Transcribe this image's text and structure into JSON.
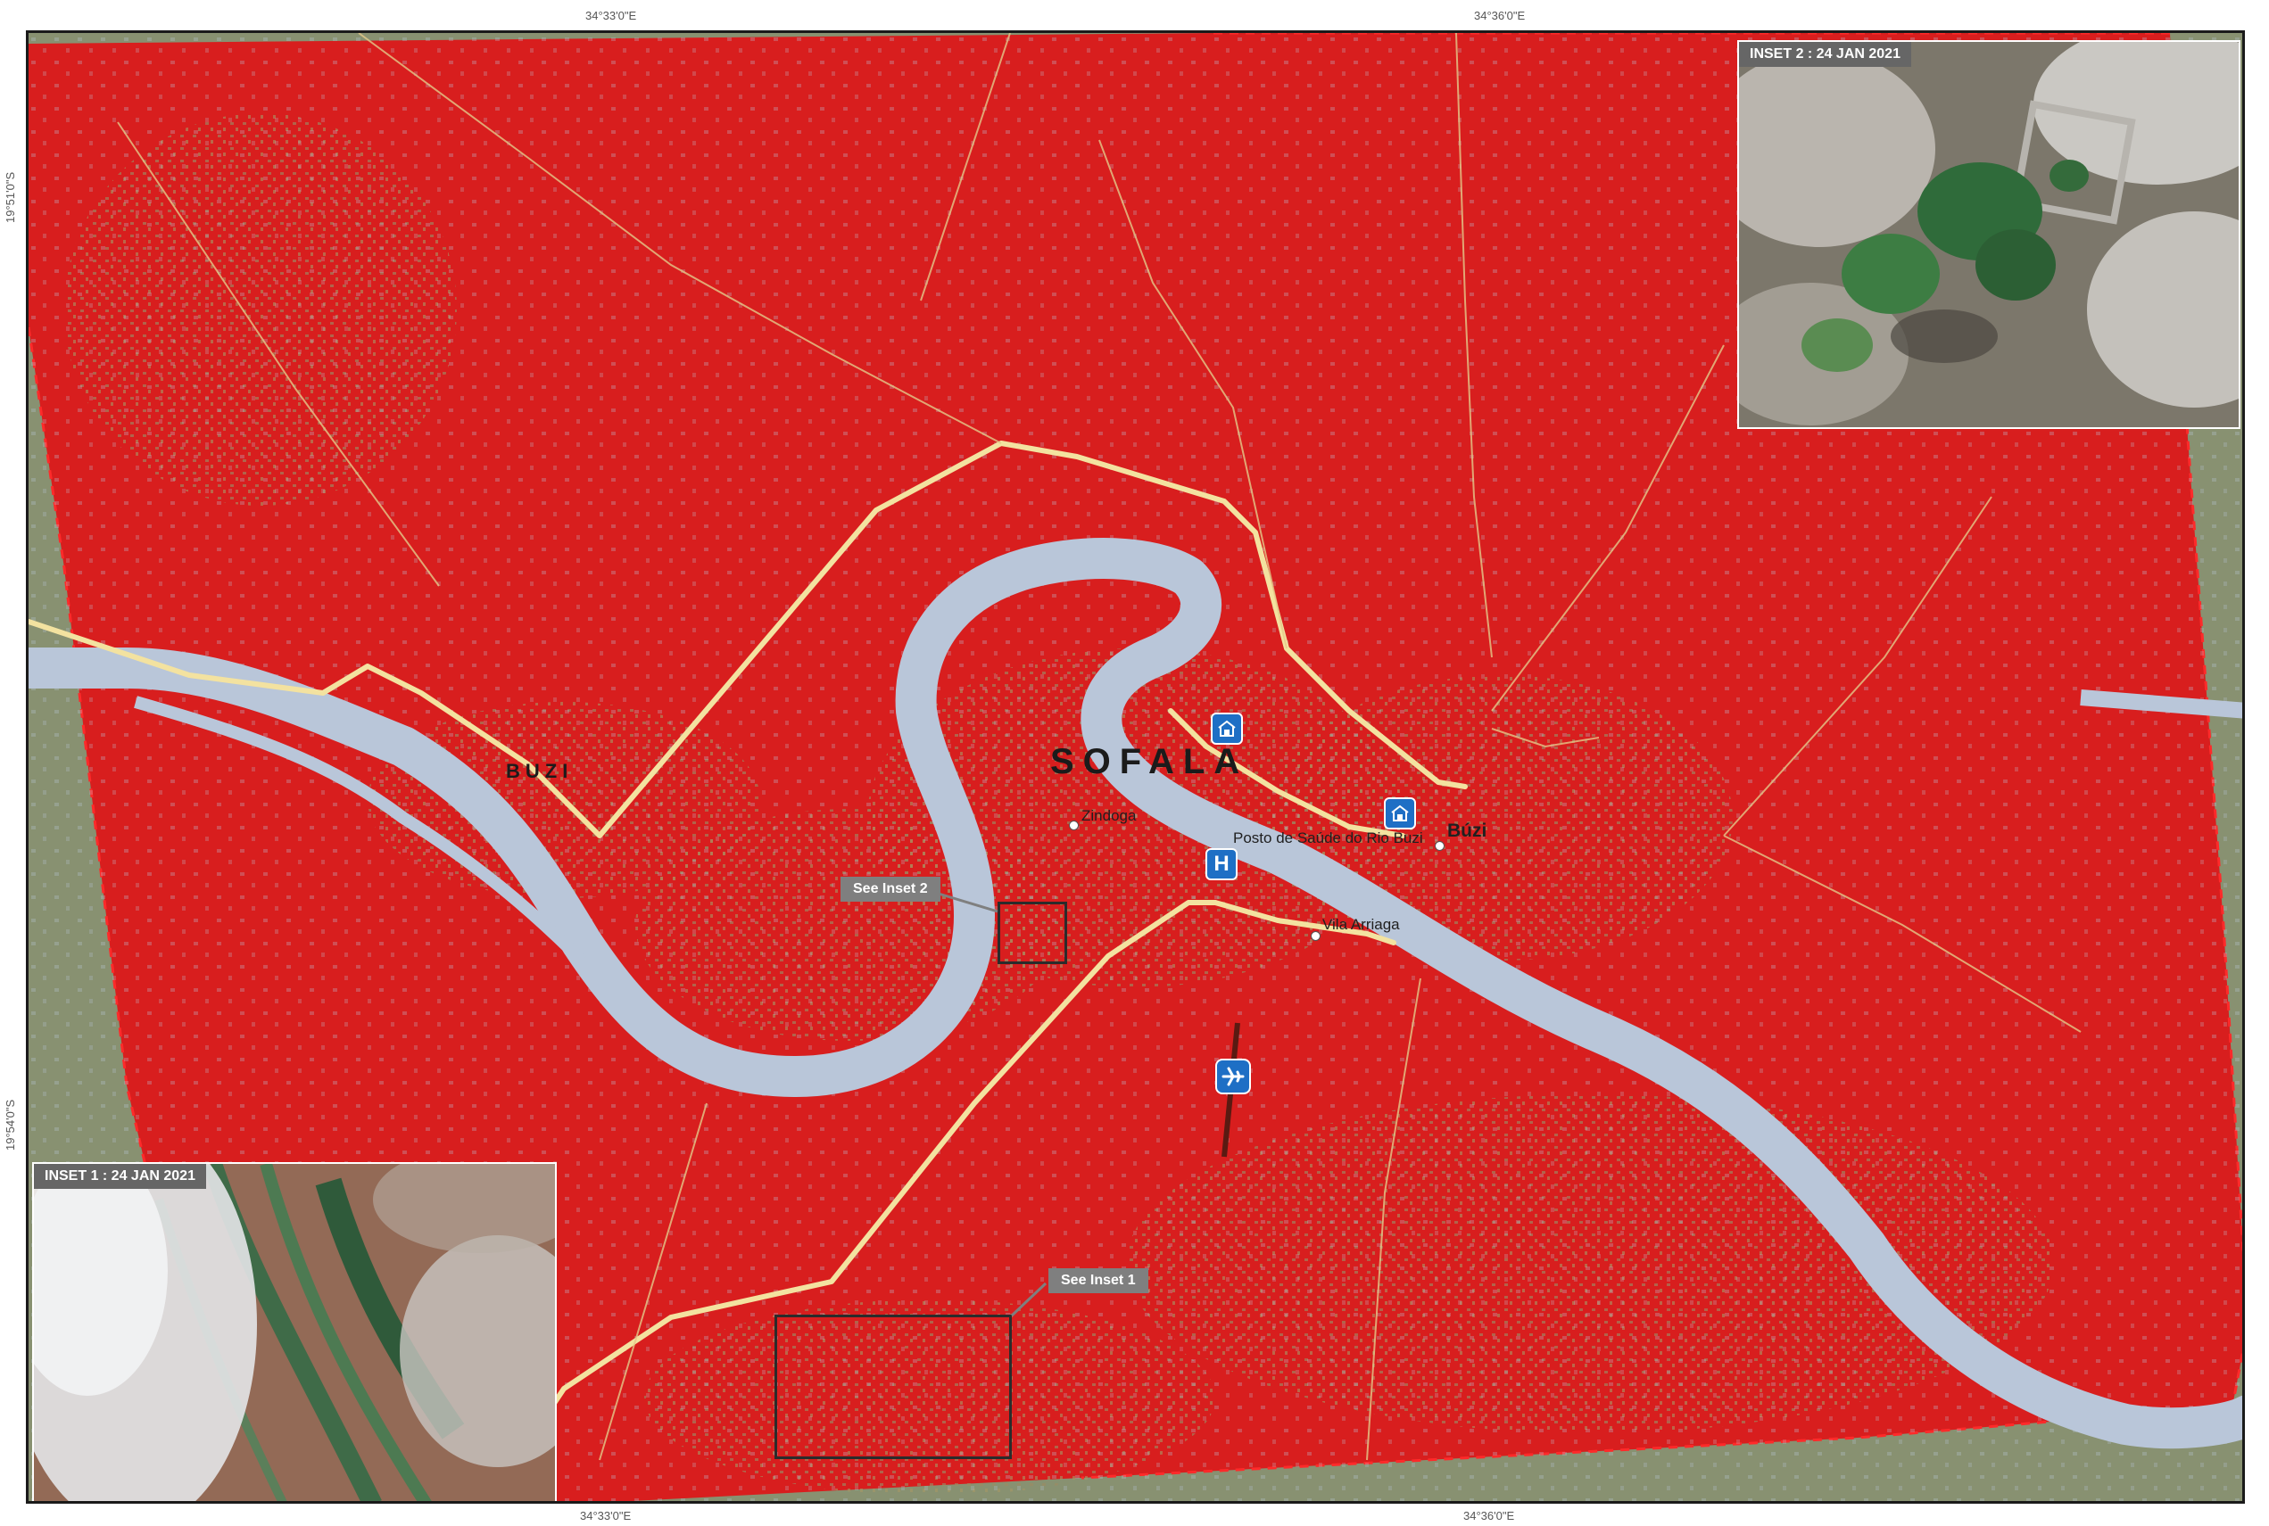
{
  "coordinates": {
    "top": [
      "34°33'0\"E",
      "34°36'0\"E"
    ],
    "bottom": [
      "34°33'0\"E",
      "34°36'0\"E"
    ],
    "left": [
      "19°51'0\"S",
      "19°54'0\"S"
    ]
  },
  "labels": {
    "province": "SOFALA",
    "district": "BUZI",
    "town": "Búzi",
    "localities": [
      "Zindoga",
      "Posto de Saúde do Rio Buzi",
      "Vila Arriaga"
    ]
  },
  "callouts": {
    "inset1": "See Inset 1",
    "inset2": "See Inset 2"
  },
  "insets": {
    "inset1_title": "INSET 1 : 24 JAN 2021",
    "inset2_title": "INSET 2 : 24 JAN 2021"
  },
  "icons": {
    "school": "school-icon",
    "hospital": "hospital-icon",
    "airport": "airport-icon"
  },
  "colors": {
    "flood_extent": "#d81e1e",
    "river_water": "#b9c6d9",
    "road": "#f3e2a0",
    "background_land": "#8e9676"
  }
}
